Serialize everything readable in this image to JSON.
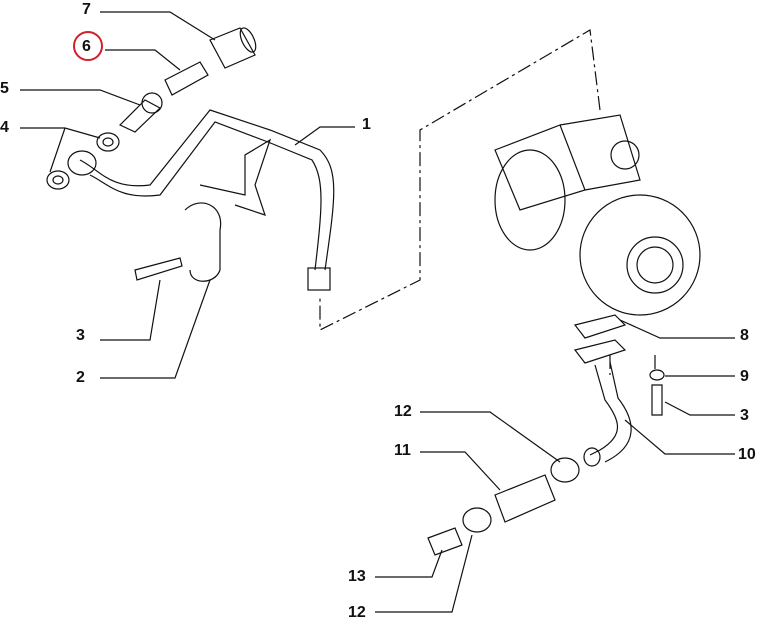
{
  "diagram": {
    "callouts": [
      {
        "id": "7",
        "label": "7"
      },
      {
        "id": "6",
        "label": "6",
        "highlighted": true
      },
      {
        "id": "5",
        "label": "5"
      },
      {
        "id": "4",
        "label": "4"
      },
      {
        "id": "1",
        "label": "1"
      },
      {
        "id": "3a",
        "label": "3"
      },
      {
        "id": "2",
        "label": "2"
      },
      {
        "id": "8",
        "label": "8"
      },
      {
        "id": "9",
        "label": "9"
      },
      {
        "id": "3b",
        "label": "3"
      },
      {
        "id": "10",
        "label": "10"
      },
      {
        "id": "12a",
        "label": "12"
      },
      {
        "id": "11",
        "label": "11"
      },
      {
        "id": "13",
        "label": "13"
      },
      {
        "id": "12b",
        "label": "12"
      }
    ],
    "highlight_color": "#d0202a"
  }
}
